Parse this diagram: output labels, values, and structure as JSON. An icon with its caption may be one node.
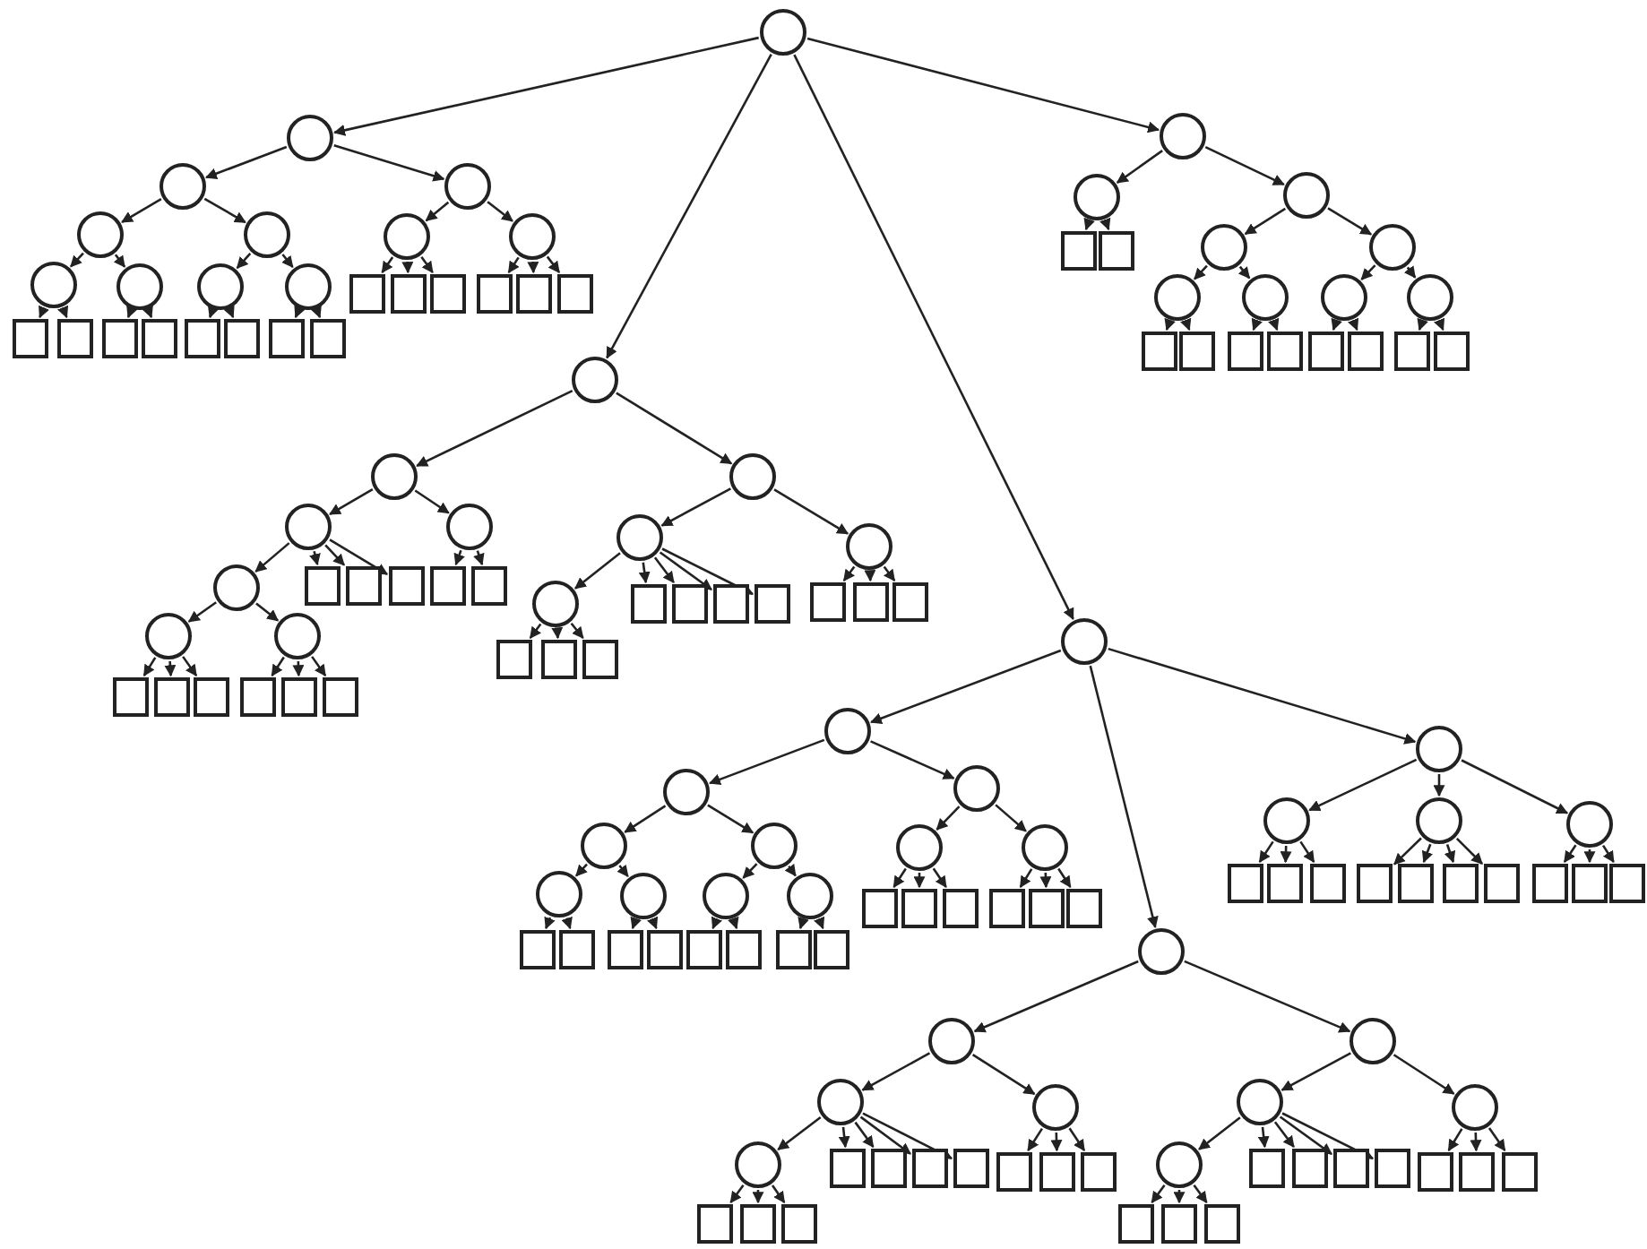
{
  "diagram": {
    "nodes": [
      {
        "text": [],
        "shape": "circle"
      },
      {
        "text": [],
        "shape": "circle"
      },
      {
        "text": [],
        "shape": "circle"
      },
      {
        "text": [],
        "shape": "circle"
      },
      {
        "text": [],
        "shape": "circle"
      },
      {
        "text": [],
        "shape": "box"
      },
      {
        "text": [],
        "shape": "box"
      },
      {
        "text": [],
        "shape": "circle"
      },
      {
        "text": [],
        "shape": "box"
      },
      {
        "text": [],
        "shape": "box"
      },
      {
        "text": [],
        "shape": "circle"
      },
      {
        "text": [],
        "shape": "circle"
      },
      {
        "text": [],
        "shape": "box"
      },
      {
        "text": [],
        "shape": "box"
      },
      {
        "text": [],
        "shape": "circle"
      },
      {
        "text": [],
        "shape": "box"
      },
      {
        "text": [],
        "shape": "box"
      },
      {
        "text": [],
        "shape": "circle"
      },
      {
        "text": [],
        "shape": "circle"
      },
      {
        "text": [],
        "shape": "box"
      },
      {
        "text": [],
        "shape": "box"
      },
      {
        "text": [],
        "shape": "box"
      },
      {
        "text": [],
        "shape": "circle"
      },
      {
        "text": [],
        "shape": "box"
      },
      {
        "text": [],
        "shape": "box"
      },
      {
        "text": [],
        "shape": "box"
      },
      {
        "text": [],
        "shape": "circle"
      },
      {
        "text": [],
        "shape": "circle"
      },
      {
        "text": [],
        "shape": "circle"
      },
      {
        "text": [],
        "shape": "circle"
      },
      {
        "text": [],
        "shape": "circle"
      },
      {
        "text": [],
        "shape": "box"
      },
      {
        "text": [],
        "shape": "box"
      },
      {
        "text": [],
        "shape": "box"
      },
      {
        "text": [],
        "shape": "circle"
      },
      {
        "text": [],
        "shape": "box"
      },
      {
        "text": [],
        "shape": "box"
      },
      {
        "text": [],
        "shape": "box"
      },
      {
        "text": [],
        "shape": "box"
      },
      {
        "text": [],
        "shape": "box"
      },
      {
        "text": [],
        "shape": "box"
      },
      {
        "text": [],
        "shape": "circle"
      },
      {
        "text": [],
        "shape": "box"
      },
      {
        "text": [],
        "shape": "box"
      },
      {
        "text": [],
        "shape": "circle"
      },
      {
        "text": [],
        "shape": "circle"
      },
      {
        "text": [],
        "shape": "circle"
      },
      {
        "text": [],
        "shape": "box"
      },
      {
        "text": [],
        "shape": "box"
      },
      {
        "text": [],
        "shape": "box"
      },
      {
        "text": [],
        "shape": "box"
      },
      {
        "text": [],
        "shape": "box"
      },
      {
        "text": [],
        "shape": "box"
      },
      {
        "text": [],
        "shape": "box"
      },
      {
        "text": [],
        "shape": "circle"
      },
      {
        "text": [],
        "shape": "box"
      },
      {
        "text": [],
        "shape": "box"
      },
      {
        "text": [],
        "shape": "box"
      },
      {
        "text": [],
        "shape": "circle"
      },
      {
        "text": [],
        "shape": "circle"
      },
      {
        "text": [],
        "shape": "circle"
      },
      {
        "text": [],
        "shape": "circle"
      },
      {
        "text": [],
        "shape": "circle"
      },
      {
        "text": [],
        "shape": "box"
      },
      {
        "text": [],
        "shape": "box"
      },
      {
        "text": [],
        "shape": "circle"
      },
      {
        "text": [],
        "shape": "box"
      },
      {
        "text": [],
        "shape": "box"
      },
      {
        "text": [],
        "shape": "circle"
      },
      {
        "text": [],
        "shape": "circle"
      },
      {
        "text": [],
        "shape": "box"
      },
      {
        "text": [],
        "shape": "box"
      },
      {
        "text": [],
        "shape": "circle"
      },
      {
        "text": [],
        "shape": "box"
      },
      {
        "text": [],
        "shape": "box"
      },
      {
        "text": [],
        "shape": "circle"
      },
      {
        "text": [],
        "shape": "circle"
      },
      {
        "text": [],
        "shape": "box"
      },
      {
        "text": [],
        "shape": "box"
      },
      {
        "text": [],
        "shape": "box"
      },
      {
        "text": [],
        "shape": "circle"
      },
      {
        "text": [],
        "shape": "box"
      },
      {
        "text": [],
        "shape": "box"
      },
      {
        "text": [],
        "shape": "box"
      },
      {
        "text": [],
        "shape": "circle"
      },
      {
        "text": [],
        "shape": "circle"
      },
      {
        "text": [],
        "shape": "box"
      },
      {
        "text": [],
        "shape": "box"
      },
      {
        "text": [],
        "shape": "box"
      },
      {
        "text": [],
        "shape": "circle"
      },
      {
        "text": [],
        "shape": "box"
      },
      {
        "text": [],
        "shape": "box"
      },
      {
        "text": [],
        "shape": "box"
      },
      {
        "text": [],
        "shape": "box"
      },
      {
        "text": [],
        "shape": "circle"
      },
      {
        "text": [],
        "shape": "box"
      },
      {
        "text": [],
        "shape": "box"
      },
      {
        "text": [],
        "shape": "box"
      },
      {
        "text": [],
        "shape": "circle"
      },
      {
        "text": [],
        "shape": "circle"
      },
      {
        "text": [],
        "shape": "circle"
      },
      {
        "text": [],
        "shape": "circle"
      },
      {
        "text": [],
        "shape": "box"
      },
      {
        "text": [],
        "shape": "box"
      },
      {
        "text": [],
        "shape": "box"
      },
      {
        "text": [],
        "shape": "box"
      },
      {
        "text": [],
        "shape": "box"
      },
      {
        "text": [],
        "shape": "box"
      },
      {
        "text": [],
        "shape": "box"
      },
      {
        "text": [],
        "shape": "circle"
      },
      {
        "text": [],
        "shape": "box"
      },
      {
        "text": [],
        "shape": "box"
      },
      {
        "text": [],
        "shape": "box"
      },
      {
        "text": [],
        "shape": "circle"
      },
      {
        "text": [],
        "shape": "circle"
      },
      {
        "text": [],
        "shape": "circle"
      },
      {
        "text": [],
        "shape": "box"
      },
      {
        "text": [],
        "shape": "box"
      },
      {
        "text": [],
        "shape": "box"
      },
      {
        "text": [],
        "shape": "box"
      },
      {
        "text": [],
        "shape": "box"
      },
      {
        "text": [],
        "shape": "box"
      },
      {
        "text": [],
        "shape": "box"
      },
      {
        "text": [],
        "shape": "circle"
      },
      {
        "text": [],
        "shape": "box"
      },
      {
        "text": [],
        "shape": "box"
      },
      {
        "text": [],
        "shape": "box"
      },
      {
        "text": [],
        "shape": "circle"
      },
      {
        "text": [],
        "shape": "circle"
      },
      {
        "text": [],
        "shape": "box"
      },
      {
        "text": [],
        "shape": "box"
      },
      {
        "text": [],
        "shape": "circle"
      },
      {
        "text": [],
        "shape": "circle"
      },
      {
        "text": [],
        "shape": "circle"
      },
      {
        "text": [],
        "shape": "box"
      },
      {
        "text": [],
        "shape": "box"
      },
      {
        "text": [],
        "shape": "circle"
      },
      {
        "text": [],
        "shape": "box"
      },
      {
        "text": [],
        "shape": "box"
      },
      {
        "text": [],
        "shape": "circle"
      },
      {
        "text": [],
        "shape": "circle"
      },
      {
        "text": [],
        "shape": "box"
      },
      {
        "text": [],
        "shape": "box"
      },
      {
        "text": [],
        "shape": "circle"
      },
      {
        "text": [],
        "shape": "box"
      },
      {
        "text": [],
        "shape": "box"
      }
    ],
    "edges": [
      {
        "from": 0,
        "to": 1,
        "arrow": "to"
      },
      {
        "from": 1,
        "to": 2,
        "arrow": "to"
      },
      {
        "from": 2,
        "to": 3,
        "arrow": "to"
      },
      {
        "from": 3,
        "to": 4,
        "arrow": "to"
      },
      {
        "from": 4,
        "to": 5,
        "arrow": "to"
      },
      {
        "from": 4,
        "to": 6,
        "arrow": "to"
      },
      {
        "from": 3,
        "to": 7,
        "arrow": "to"
      },
      {
        "from": 7,
        "to": 8,
        "arrow": "to"
      },
      {
        "from": 7,
        "to": 9,
        "arrow": "to"
      },
      {
        "from": 2,
        "to": 10,
        "arrow": "to"
      },
      {
        "from": 10,
        "to": 11,
        "arrow": "to"
      },
      {
        "from": 11,
        "to": 12,
        "arrow": "to"
      },
      {
        "from": 11,
        "to": 13,
        "arrow": "to"
      },
      {
        "from": 10,
        "to": 14,
        "arrow": "to"
      },
      {
        "from": 14,
        "to": 15,
        "arrow": "to"
      },
      {
        "from": 14,
        "to": 16,
        "arrow": "to"
      },
      {
        "from": 1,
        "to": 17,
        "arrow": "to"
      },
      {
        "from": 17,
        "to": 18,
        "arrow": "to"
      },
      {
        "from": 18,
        "to": 19,
        "arrow": "to"
      },
      {
        "from": 18,
        "to": 20,
        "arrow": "to"
      },
      {
        "from": 18,
        "to": 21,
        "arrow": "to"
      },
      {
        "from": 17,
        "to": 22,
        "arrow": "to"
      },
      {
        "from": 22,
        "to": 23,
        "arrow": "to"
      },
      {
        "from": 22,
        "to": 24,
        "arrow": "to"
      },
      {
        "from": 22,
        "to": 25,
        "arrow": "to"
      },
      {
        "from": 0,
        "to": 26,
        "arrow": "to"
      },
      {
        "from": 26,
        "to": 27,
        "arrow": "to"
      },
      {
        "from": 27,
        "to": 28,
        "arrow": "to"
      },
      {
        "from": 28,
        "to": 29,
        "arrow": "to"
      },
      {
        "from": 29,
        "to": 30,
        "arrow": "to"
      },
      {
        "from": 30,
        "to": 31,
        "arrow": "to"
      },
      {
        "from": 30,
        "to": 32,
        "arrow": "to"
      },
      {
        "from": 30,
        "to": 33,
        "arrow": "to"
      },
      {
        "from": 29,
        "to": 34,
        "arrow": "to"
      },
      {
        "from": 34,
        "to": 35,
        "arrow": "to"
      },
      {
        "from": 34,
        "to": 36,
        "arrow": "to"
      },
      {
        "from": 34,
        "to": 37,
        "arrow": "to"
      },
      {
        "from": 28,
        "to": 38,
        "arrow": "to"
      },
      {
        "from": 28,
        "to": 39,
        "arrow": "to"
      },
      {
        "from": 28,
        "to": 40,
        "arrow": "to"
      },
      {
        "from": 27,
        "to": 41,
        "arrow": "to"
      },
      {
        "from": 41,
        "to": 42,
        "arrow": "to"
      },
      {
        "from": 41,
        "to": 43,
        "arrow": "to"
      },
      {
        "from": 26,
        "to": 44,
        "arrow": "to"
      },
      {
        "from": 44,
        "to": 45,
        "arrow": "to"
      },
      {
        "from": 45,
        "to": 46,
        "arrow": "to"
      },
      {
        "from": 46,
        "to": 47,
        "arrow": "to"
      },
      {
        "from": 46,
        "to": 48,
        "arrow": "to"
      },
      {
        "from": 46,
        "to": 49,
        "arrow": "to"
      },
      {
        "from": 45,
        "to": 50,
        "arrow": "to"
      },
      {
        "from": 45,
        "to": 51,
        "arrow": "to"
      },
      {
        "from": 45,
        "to": 52,
        "arrow": "to"
      },
      {
        "from": 45,
        "to": 53,
        "arrow": "to"
      },
      {
        "from": 44,
        "to": 54,
        "arrow": "to"
      },
      {
        "from": 54,
        "to": 55,
        "arrow": "to"
      },
      {
        "from": 54,
        "to": 56,
        "arrow": "to"
      },
      {
        "from": 54,
        "to": 57,
        "arrow": "to"
      },
      {
        "from": 0,
        "to": 58,
        "arrow": "to"
      },
      {
        "from": 58,
        "to": 59,
        "arrow": "to"
      },
      {
        "from": 59,
        "to": 60,
        "arrow": "to"
      },
      {
        "from": 60,
        "to": 61,
        "arrow": "to"
      },
      {
        "from": 61,
        "to": 62,
        "arrow": "to"
      },
      {
        "from": 62,
        "to": 63,
        "arrow": "to"
      },
      {
        "from": 62,
        "to": 64,
        "arrow": "to"
      },
      {
        "from": 61,
        "to": 65,
        "arrow": "to"
      },
      {
        "from": 65,
        "to": 66,
        "arrow": "to"
      },
      {
        "from": 65,
        "to": 67,
        "arrow": "to"
      },
      {
        "from": 60,
        "to": 68,
        "arrow": "to"
      },
      {
        "from": 68,
        "to": 69,
        "arrow": "to"
      },
      {
        "from": 69,
        "to": 70,
        "arrow": "to"
      },
      {
        "from": 69,
        "to": 71,
        "arrow": "to"
      },
      {
        "from": 68,
        "to": 72,
        "arrow": "to"
      },
      {
        "from": 72,
        "to": 73,
        "arrow": "to"
      },
      {
        "from": 72,
        "to": 74,
        "arrow": "to"
      },
      {
        "from": 59,
        "to": 75,
        "arrow": "to"
      },
      {
        "from": 75,
        "to": 76,
        "arrow": "to"
      },
      {
        "from": 76,
        "to": 77,
        "arrow": "to"
      },
      {
        "from": 76,
        "to": 78,
        "arrow": "to"
      },
      {
        "from": 76,
        "to": 79,
        "arrow": "to"
      },
      {
        "from": 75,
        "to": 80,
        "arrow": "to"
      },
      {
        "from": 80,
        "to": 81,
        "arrow": "to"
      },
      {
        "from": 80,
        "to": 82,
        "arrow": "to"
      },
      {
        "from": 80,
        "to": 83,
        "arrow": "to"
      },
      {
        "from": 58,
        "to": 84,
        "arrow": "to"
      },
      {
        "from": 84,
        "to": 85,
        "arrow": "to"
      },
      {
        "from": 85,
        "to": 86,
        "arrow": "to"
      },
      {
        "from": 85,
        "to": 87,
        "arrow": "to"
      },
      {
        "from": 85,
        "to": 88,
        "arrow": "to"
      },
      {
        "from": 84,
        "to": 89,
        "arrow": "to"
      },
      {
        "from": 89,
        "to": 90,
        "arrow": "to"
      },
      {
        "from": 89,
        "to": 91,
        "arrow": "to"
      },
      {
        "from": 89,
        "to": 92,
        "arrow": "to"
      },
      {
        "from": 89,
        "to": 93,
        "arrow": "to"
      },
      {
        "from": 84,
        "to": 94,
        "arrow": "to"
      },
      {
        "from": 94,
        "to": 95,
        "arrow": "to"
      },
      {
        "from": 94,
        "to": 96,
        "arrow": "to"
      },
      {
        "from": 94,
        "to": 97,
        "arrow": "to"
      },
      {
        "from": 58,
        "to": 98,
        "arrow": "to"
      },
      {
        "from": 98,
        "to": 99,
        "arrow": "to"
      },
      {
        "from": 99,
        "to": 100,
        "arrow": "to"
      },
      {
        "from": 100,
        "to": 101,
        "arrow": "to"
      },
      {
        "from": 101,
        "to": 102,
        "arrow": "to"
      },
      {
        "from": 101,
        "to": 103,
        "arrow": "to"
      },
      {
        "from": 101,
        "to": 104,
        "arrow": "to"
      },
      {
        "from": 100,
        "to": 105,
        "arrow": "to"
      },
      {
        "from": 100,
        "to": 106,
        "arrow": "to"
      },
      {
        "from": 100,
        "to": 107,
        "arrow": "to"
      },
      {
        "from": 100,
        "to": 108,
        "arrow": "to"
      },
      {
        "from": 99,
        "to": 109,
        "arrow": "to"
      },
      {
        "from": 109,
        "to": 110,
        "arrow": "to"
      },
      {
        "from": 109,
        "to": 111,
        "arrow": "to"
      },
      {
        "from": 109,
        "to": 112,
        "arrow": "to"
      },
      {
        "from": 98,
        "to": 113,
        "arrow": "to"
      },
      {
        "from": 113,
        "to": 114,
        "arrow": "to"
      },
      {
        "from": 114,
        "to": 115,
        "arrow": "to"
      },
      {
        "from": 115,
        "to": 116,
        "arrow": "to"
      },
      {
        "from": 115,
        "to": 117,
        "arrow": "to"
      },
      {
        "from": 115,
        "to": 118,
        "arrow": "to"
      },
      {
        "from": 114,
        "to": 119,
        "arrow": "to"
      },
      {
        "from": 114,
        "to": 120,
        "arrow": "to"
      },
      {
        "from": 114,
        "to": 121,
        "arrow": "to"
      },
      {
        "from": 114,
        "to": 122,
        "arrow": "to"
      },
      {
        "from": 113,
        "to": 123,
        "arrow": "to"
      },
      {
        "from": 123,
        "to": 124,
        "arrow": "to"
      },
      {
        "from": 123,
        "to": 125,
        "arrow": "to"
      },
      {
        "from": 123,
        "to": 126,
        "arrow": "to"
      },
      {
        "from": 0,
        "to": 127,
        "arrow": "to"
      },
      {
        "from": 127,
        "to": 128,
        "arrow": "to"
      },
      {
        "from": 128,
        "to": 129,
        "arrow": "to"
      },
      {
        "from": 128,
        "to": 130,
        "arrow": "to"
      },
      {
        "from": 127,
        "to": 131,
        "arrow": "to"
      },
      {
        "from": 131,
        "to": 132,
        "arrow": "to"
      },
      {
        "from": 132,
        "to": 133,
        "arrow": "to"
      },
      {
        "from": 133,
        "to": 134,
        "arrow": "to"
      },
      {
        "from": 133,
        "to": 135,
        "arrow": "to"
      },
      {
        "from": 132,
        "to": 136,
        "arrow": "to"
      },
      {
        "from": 136,
        "to": 137,
        "arrow": "to"
      },
      {
        "from": 136,
        "to": 138,
        "arrow": "to"
      },
      {
        "from": 131,
        "to": 139,
        "arrow": "to"
      },
      {
        "from": 139,
        "to": 140,
        "arrow": "to"
      },
      {
        "from": 140,
        "to": 141,
        "arrow": "to"
      },
      {
        "from": 140,
        "to": 142,
        "arrow": "to"
      },
      {
        "from": 139,
        "to": 143,
        "arrow": "to"
      },
      {
        "from": 143,
        "to": 144,
        "arrow": "to"
      },
      {
        "from": 143,
        "to": 145,
        "arrow": "to"
      }
    ]
  }
}
